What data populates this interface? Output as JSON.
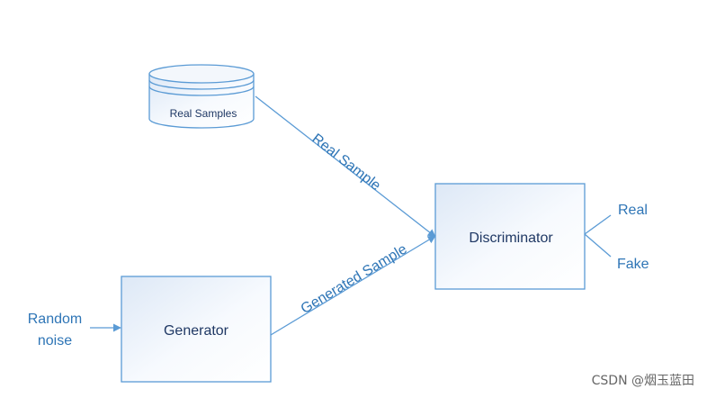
{
  "nodes": {
    "real_samples": "Real Samples",
    "discriminator": "Discriminator",
    "generator": "Generator",
    "random_noise_line1": "Random",
    "random_noise_line2": "noise"
  },
  "edges": {
    "real_sample": "Real Sample",
    "generated_sample": "Generated Sample"
  },
  "outputs": {
    "real": "Real",
    "fake": "Fake"
  },
  "watermark": "CSDN @烟玉蓝田",
  "colors": {
    "stroke": "#5b9bd5",
    "text": "#2e75b6",
    "box_text": "#1f3864"
  }
}
